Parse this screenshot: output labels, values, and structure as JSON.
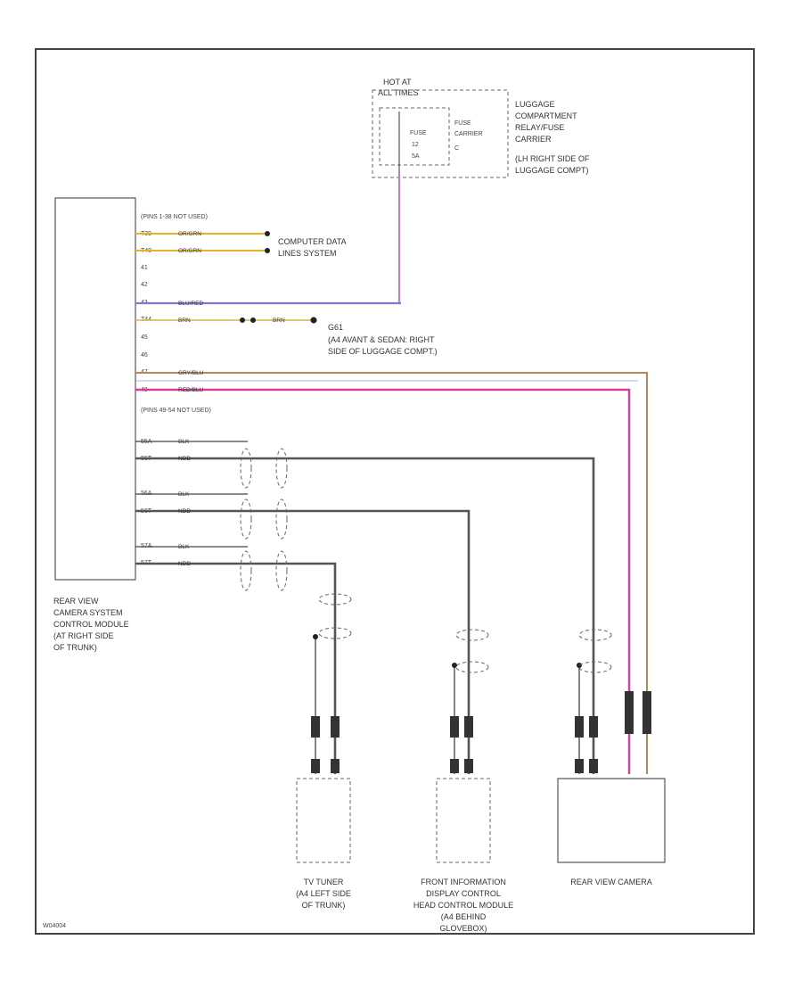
{
  "fuse_block": {
    "hot_label": "HOT AT",
    "hot_sub": "ALL TIMES",
    "fuse_label": "FUSE",
    "fuse_number": "12",
    "fuse_amps": "5A",
    "carrier_label_1": "FUSE",
    "carrier_label_2": "CARRIER",
    "carrier_label_3": "C",
    "name_lines": [
      "LUGGAGE",
      "COMPARTMENT",
      "RELAY/FUSE",
      "CARRIER",
      "(LH RIGHT SIDE OF",
      "LUGGAGE COMPT)"
    ]
  },
  "module": {
    "name_lines": [
      "REAR VIEW",
      "CAMERA SYSTEM",
      "CONTROL MODULE",
      "(AT RIGHT SIDE",
      "OF TRUNK)"
    ],
    "pins_header_1": "(PINS 1-38 NOT USED)",
    "pins_header_2": "(PINS 49-54 NOT USED)",
    "pins": {
      "p39": "T39",
      "p40": "T40",
      "p41": "41",
      "p42": "42",
      "p43": "43",
      "p44": "T44",
      "p45": "45",
      "p46": "46",
      "p47": "47",
      "p48": "48",
      "p55a": "55A",
      "p55b": "55T",
      "p56a": "56A",
      "p56b": "56T",
      "p57a": "57A",
      "p57b": "57T"
    }
  },
  "wires": {
    "can1": "OR/GRN",
    "can2": "OR/GRN",
    "power": "BLU/RED",
    "ground1": "BRN",
    "ground2": "BRN",
    "cam1": "GRY/BLU",
    "cam2": "RED/BLU",
    "shield": "BLK",
    "signal": "NDD"
  },
  "destinations": {
    "data_lines_1": "COMPUTER DATA",
    "data_lines_2": "LINES SYSTEM",
    "ground_id": "G61",
    "ground_desc_1": "(A4 AVANT & SEDAN: RIGHT",
    "ground_desc_2": "SIDE OF LUGGAGE COMPT.)"
  },
  "components": {
    "tv_tuner_lines": [
      "TV TUNER",
      "(A4 LEFT SIDE",
      "OF TRUNK)"
    ],
    "front_info_lines": [
      "FRONT INFORMATION",
      "DISPLAY CONTROL",
      "HEAD CONTROL MODULE",
      "(A4 BEHIND",
      "GLOVEBOX)"
    ],
    "camera_lines": [
      "REAR VIEW CAMERA"
    ]
  },
  "footer_code": "W04004",
  "colors": {
    "orange_wire": "#e8b12a",
    "blue_wire": "#7b7bd6",
    "pink_wire": "#d9409a",
    "brown_wire": "#b58a5a",
    "dark_wire": "#444444"
  }
}
